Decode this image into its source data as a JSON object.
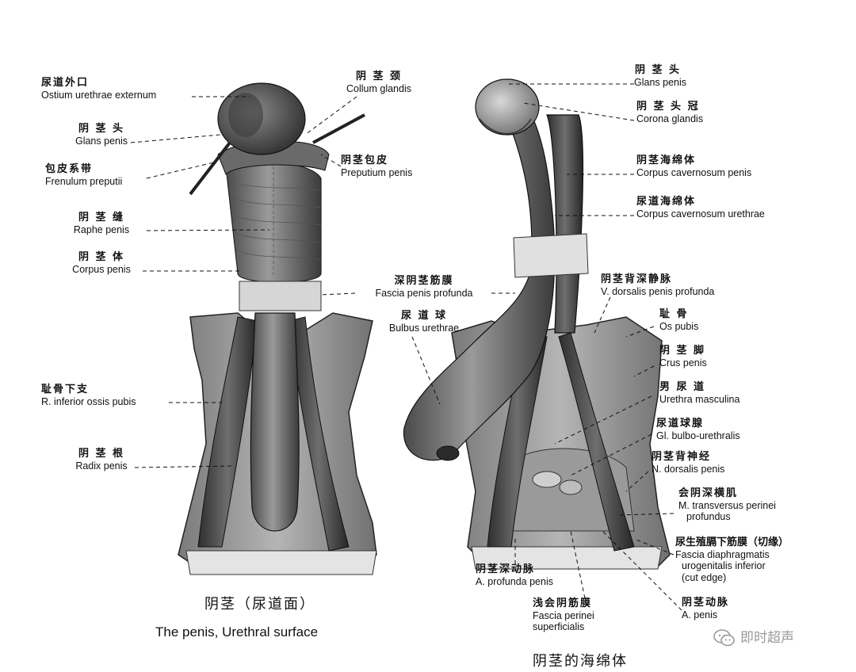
{
  "left_labels": [
    {
      "id": "ostium",
      "zh": "尿道外口",
      "en": "Ostium urethrae externum"
    },
    {
      "id": "glans_l",
      "zh": "阴 茎 头",
      "en": "Glans penis"
    },
    {
      "id": "frenulum",
      "zh": "包皮系带",
      "en": "Frenulum preputii"
    },
    {
      "id": "raphe",
      "zh": "阴 茎 缝",
      "en": "Raphe penis"
    },
    {
      "id": "corpus",
      "zh": "阴 茎 体",
      "en": "Corpus penis"
    },
    {
      "id": "rinferior",
      "zh": "耻骨下支",
      "en": "R. inferior ossis pubis"
    },
    {
      "id": "radix",
      "zh": "阴 茎 根",
      "en": "Radix penis"
    },
    {
      "id": "collum",
      "zh": "阴 茎 颈",
      "en": "Collum glandis"
    },
    {
      "id": "preputium",
      "zh": "阴茎包皮",
      "en": "Preputium penis"
    }
  ],
  "center_labels": [
    {
      "id": "fascia_prof",
      "zh": "深阴茎筋膜",
      "en": "Fascia penis profunda"
    },
    {
      "id": "bulbus",
      "zh": "尿 道 球",
      "en": "Bulbus urethrae"
    },
    {
      "id": "a_profunda",
      "zh": "阴茎深动脉",
      "en": "A. profunda penis"
    },
    {
      "id": "fascia_sup",
      "zh": "浅会阴筋膜",
      "en": "Fascia perinei",
      "en2": "superficialis"
    }
  ],
  "right_labels": [
    {
      "id": "glans_r",
      "zh": "阴 茎 头",
      "en": "Glans penis"
    },
    {
      "id": "corona",
      "zh": "阴 茎 头 冠",
      "en": "Corona glandis"
    },
    {
      "id": "cc_penis",
      "zh": "阴茎海绵体",
      "en": "Corpus cavernosum penis"
    },
    {
      "id": "cc_urethrae",
      "zh": "尿道海绵体",
      "en": "Corpus cavernosum urethrae"
    },
    {
      "id": "v_dorsalis",
      "zh": "阴茎背深静脉",
      "en": "V. dorsalis penis profunda"
    },
    {
      "id": "os_pubis",
      "zh": "耻     骨",
      "en": "Os pubis"
    },
    {
      "id": "crus",
      "zh": "阴 茎 脚",
      "en": "Crus penis"
    },
    {
      "id": "urethra",
      "zh": "男 尿 道",
      "en": "Urethra masculina"
    },
    {
      "id": "gl_bulbo",
      "zh": "尿道球腺",
      "en": "Gl. bulbo-urethralis"
    },
    {
      "id": "n_dorsalis",
      "zh": "阴茎背神经",
      "en": "N. dorsalis penis"
    },
    {
      "id": "m_transv",
      "zh": "会阴深横肌",
      "en": "M. transversus perinei",
      "en2": "profundus"
    },
    {
      "id": "fascia_diaph",
      "zh": "尿生殖膈下筋膜（切缘）",
      "en": "Fascia diaphragmatis",
      "en2": "urogenitalis inferior",
      "en3": "(cut edge)"
    },
    {
      "id": "a_penis",
      "zh": "阴茎动脉",
      "en": "A. penis"
    }
  ],
  "captions": {
    "left_zh": "阴茎（尿道面）",
    "left_en": "The penis, Urethral surface",
    "right_zh": "阴茎的海绵体"
  },
  "watermark": "即时超声",
  "colors": {
    "tissue_dark": "#3c3c3c",
    "tissue_mid": "#8a8a8a",
    "tissue_light": "#cfcfcf",
    "watermark": "#9a9a9a"
  }
}
